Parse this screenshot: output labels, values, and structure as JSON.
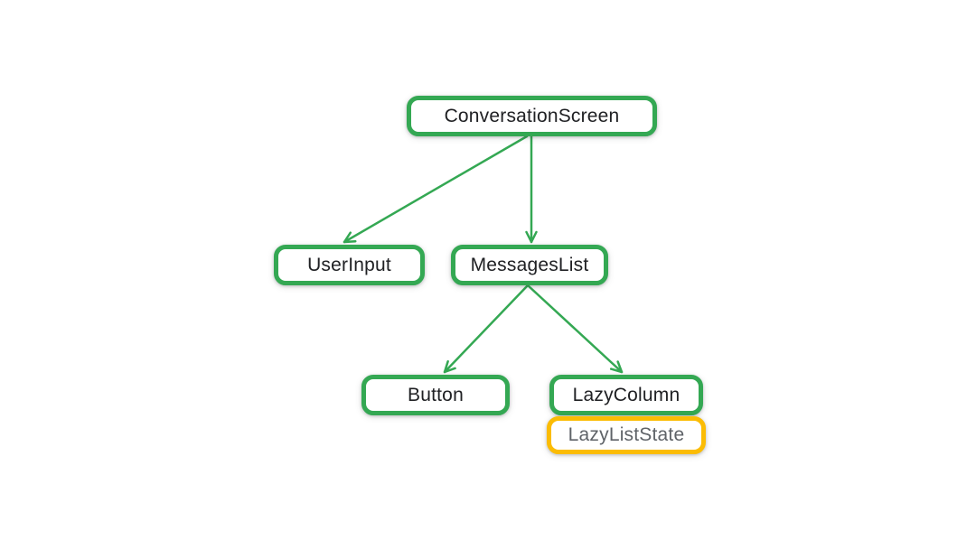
{
  "diagram": {
    "type": "tree",
    "colors": {
      "composable_border": "#34A853",
      "state_border": "#FBBC04",
      "edge": "#34A853",
      "composable_text": "#202124",
      "state_text": "#5F6368",
      "background": "#FFFFFF"
    },
    "nodes": [
      {
        "id": "conversation-screen",
        "label": "ConversationScreen",
        "kind": "composable"
      },
      {
        "id": "user-input",
        "label": "UserInput",
        "kind": "composable"
      },
      {
        "id": "messages-list",
        "label": "MessagesList",
        "kind": "composable"
      },
      {
        "id": "button",
        "label": "Button",
        "kind": "composable"
      },
      {
        "id": "lazy-column",
        "label": "LazyColumn",
        "kind": "composable"
      },
      {
        "id": "lazy-list-state",
        "label": "LazyListState",
        "kind": "state"
      }
    ],
    "edges": [
      {
        "from": "ConversationScreen",
        "to": "UserInput"
      },
      {
        "from": "ConversationScreen",
        "to": "MessagesList"
      },
      {
        "from": "MessagesList",
        "to": "Button"
      },
      {
        "from": "MessagesList",
        "to": "LazyColumn"
      }
    ],
    "attachments": [
      {
        "parent": "LazyColumn",
        "child": "LazyListState"
      }
    ]
  }
}
